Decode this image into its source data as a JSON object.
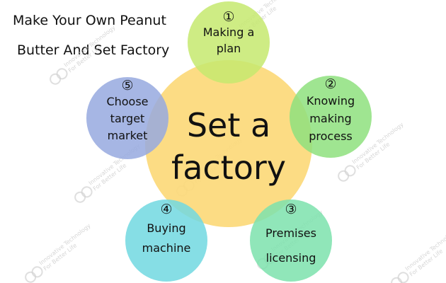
{
  "title": {
    "line1": "Make Your Own Peanut",
    "line2": "Butter And Set Factory"
  },
  "center": {
    "lines": [
      "Set a",
      "factory"
    ],
    "color": "#FCD97A"
  },
  "steps": [
    {
      "number": "①",
      "lines": [
        "Making a",
        "plan"
      ],
      "color": "#C6E96E"
    },
    {
      "number": "②",
      "lines": [
        "Knowing",
        "making",
        "process"
      ],
      "color": "#8EE07E"
    },
    {
      "number": "③",
      "lines": [
        "Premises",
        "licensing"
      ],
      "color": "#7CE2AD"
    },
    {
      "number": "④",
      "lines": [
        "Buying",
        "machine"
      ],
      "color": "#71D8E1"
    },
    {
      "number": "⑤",
      "lines": [
        "Choose",
        "target",
        "market"
      ],
      "color": "#97A9DF"
    }
  ],
  "watermark": {
    "lines": [
      "Innovative Technology",
      "For Better Life"
    ],
    "logo_icon": "gg-logo-icon"
  }
}
